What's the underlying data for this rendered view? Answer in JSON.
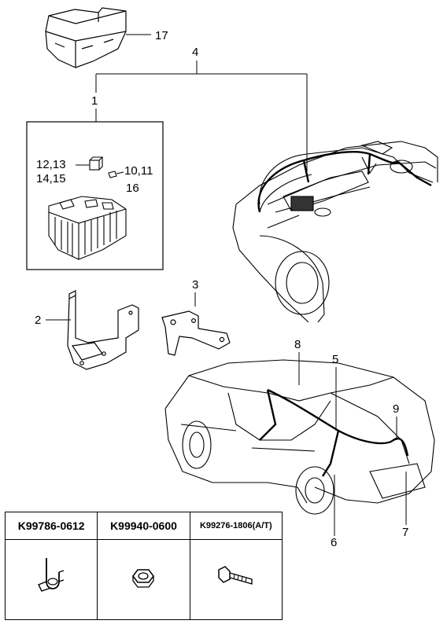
{
  "callouts": {
    "c1": "1",
    "c2": "2",
    "c3": "3",
    "c4": "4",
    "c5": "5",
    "c6": "6",
    "c7": "7",
    "c8": "8",
    "c9": "9",
    "c12_13": "12,13",
    "c14_15": "14,15",
    "c10_11": "10,11",
    "c16": "16",
    "c17": "17"
  },
  "parts_table": {
    "col1_part": "K99786-0612",
    "col2_part": "K99940-0600",
    "col3_part": "K99276-1806(A/T)"
  },
  "icons": [
    "relay-box-cover",
    "junction-box",
    "relay",
    "fuse",
    "bracket",
    "engine-bay",
    "rear-car",
    "clip",
    "nut",
    "bolt"
  ]
}
